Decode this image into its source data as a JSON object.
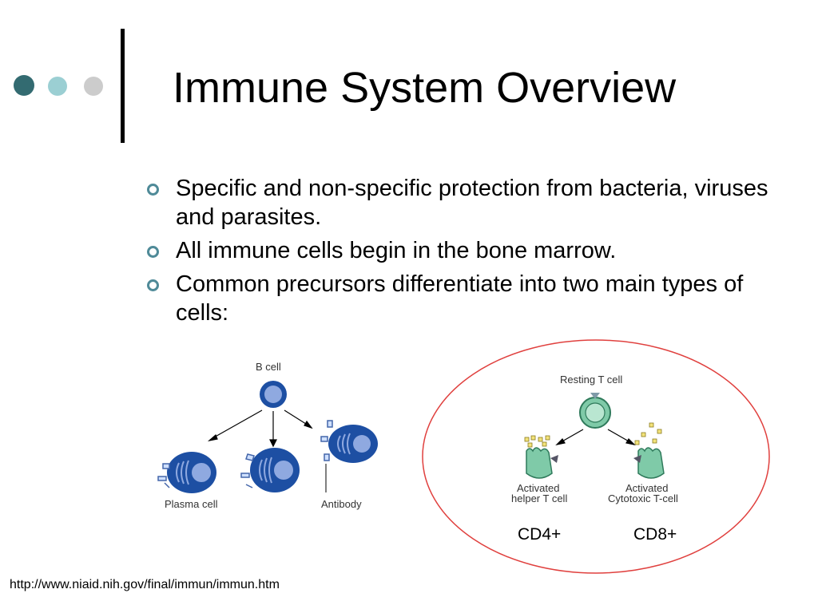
{
  "slide": {
    "title": "Immune System Overview",
    "bullets": [
      "Specific and non-specific protection from bacteria, viruses and parasites.",
      "All immune cells begin in the bone marrow.",
      "Common precursors differentiate into two main types of cells:"
    ]
  },
  "b_cell_figure": {
    "top_label": "B cell",
    "bottom_left_label": "Plasma cell",
    "bottom_right_label": "Antibody"
  },
  "t_cell_figure": {
    "top_label": "Resting T cell",
    "left_label_line1": "Activated",
    "left_label_line2": "helper T cell",
    "right_label_line1": "Activated",
    "right_label_line2": "Cytotoxic T-cell",
    "cd_left": "CD4+",
    "cd_right": "CD8+"
  },
  "source_url": "http://www.niaid.nih.gov/final/immun/immun.htm",
  "colors": {
    "dot_dark": "#336b71",
    "dot_mid": "#9bcfd3",
    "dot_light": "#cccccc",
    "bullet": "#4f8a98",
    "b_cell_blue": "#1d4fa3",
    "t_cell_green": "#7fcaa8",
    "ellipse_red": "#e0403e"
  }
}
